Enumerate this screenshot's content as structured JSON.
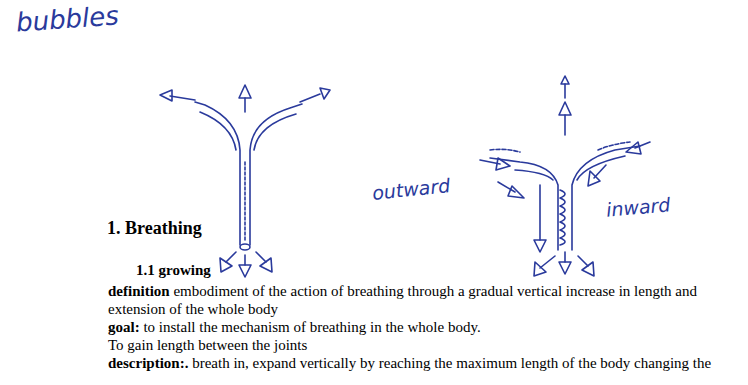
{
  "diagram": {
    "labels": [
      "bubbles",
      "outward",
      "inward",
      "1. Breathing",
      "1.1 growing",
      "definition",
      "embodiment of the action of breathing through a gradual vertical increase in length and extension of the whole body",
      "goal:",
      "to install the mechanism of breathing in the whole body.",
      "To gain length between the joints",
      "description:.",
      "breath in, expand vertically by reaching the maximum length of the body changing the"
    ]
  }
}
